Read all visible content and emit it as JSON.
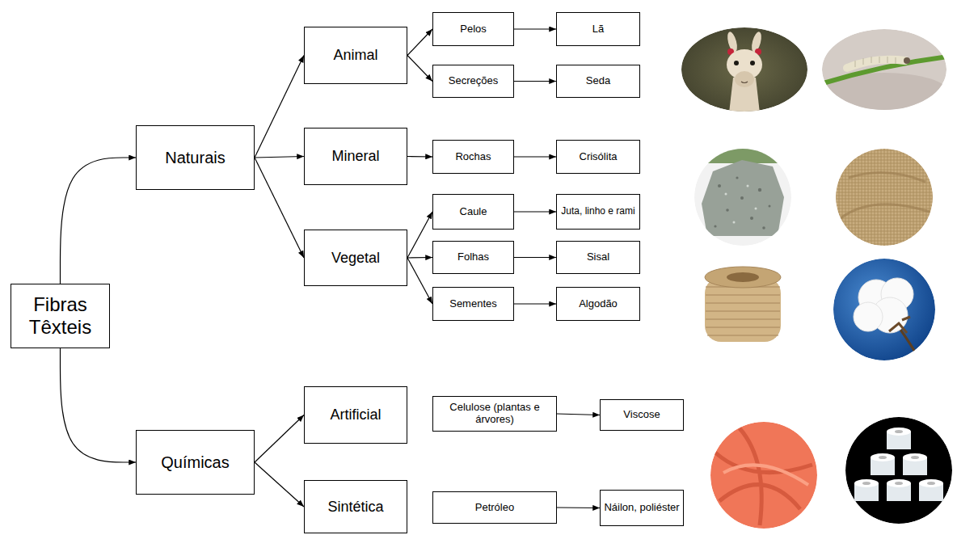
{
  "diagram": {
    "nodes": [
      {
        "text": [
          "Fibras Têxteis"
        ]
      },
      {
        "text": [
          "Naturais"
        ]
      },
      {
        "text": [
          "Animal"
        ]
      },
      {
        "text": [
          "Pelos"
        ]
      },
      {
        "text": [
          "Lã"
        ]
      },
      {
        "text": [
          "Secreções"
        ]
      },
      {
        "text": [
          "Seda"
        ]
      },
      {
        "text": [
          "Mineral"
        ]
      },
      {
        "text": [
          "Rochas"
        ]
      },
      {
        "text": [
          "Crisólita"
        ]
      },
      {
        "text": [
          "Vegetal"
        ]
      },
      {
        "text": [
          "Caule"
        ]
      },
      {
        "text": [
          "Juta, linho e rami"
        ]
      },
      {
        "text": [
          "Folhas"
        ]
      },
      {
        "text": [
          "Sisal"
        ]
      },
      {
        "text": [
          "Sementes"
        ]
      },
      {
        "text": [
          "Algodão"
        ]
      },
      {
        "text": [
          "Químicas"
        ]
      },
      {
        "text": [
          "Artificial"
        ]
      },
      {
        "text": [
          "Celulose (plantas e árvores)"
        ]
      },
      {
        "text": [
          "Viscose"
        ]
      },
      {
        "text": [
          "Sintética"
        ]
      },
      {
        "text": [
          "Petróleo"
        ]
      },
      {
        "text": [
          "Náilon, poliéster"
        ]
      }
    ],
    "edges": [
      {
        "from": 0,
        "to": 1,
        "arrow": "to"
      },
      {
        "from": 0,
        "to": 17,
        "arrow": "to"
      },
      {
        "from": 1,
        "to": 2,
        "arrow": "to"
      },
      {
        "from": 1,
        "to": 7,
        "arrow": "to"
      },
      {
        "from": 1,
        "to": 10,
        "arrow": "to"
      },
      {
        "from": 2,
        "to": 3,
        "arrow": "to"
      },
      {
        "from": 2,
        "to": 5,
        "arrow": "to"
      },
      {
        "from": 3,
        "to": 4,
        "arrow": "to"
      },
      {
        "from": 5,
        "to": 6,
        "arrow": "to"
      },
      {
        "from": 7,
        "to": 8,
        "arrow": "to"
      },
      {
        "from": 8,
        "to": 9,
        "arrow": "to"
      },
      {
        "from": 10,
        "to": 11,
        "arrow": "to"
      },
      {
        "from": 10,
        "to": 13,
        "arrow": "to"
      },
      {
        "from": 10,
        "to": 15,
        "arrow": "to"
      },
      {
        "from": 11,
        "to": 12,
        "arrow": "to"
      },
      {
        "from": 13,
        "to": 14,
        "arrow": "to"
      },
      {
        "from": 15,
        "to": 16,
        "arrow": "to"
      },
      {
        "from": 17,
        "to": 18,
        "arrow": "to"
      },
      {
        "from": 17,
        "to": 21,
        "arrow": "to"
      },
      {
        "from": 19,
        "to": 20,
        "arrow": "to"
      },
      {
        "from": 22,
        "to": 23,
        "arrow": "to"
      }
    ]
  }
}
